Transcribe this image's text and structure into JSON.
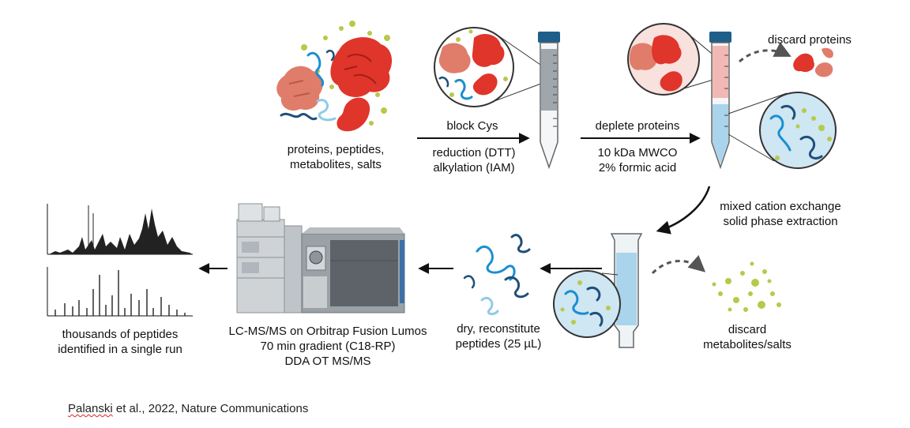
{
  "labels": {
    "sample": [
      "proteins, peptides,",
      "metabolites, salts"
    ],
    "step1_top": "block Cys",
    "step1_bottom": [
      "reduction (DTT)",
      "alkylation (IAM)"
    ],
    "step2_top": "deplete proteins",
    "step2_bottom": [
      "10 kDa MWCO",
      "2% formic acid"
    ],
    "discard_proteins": "discard proteins",
    "step3": [
      "mixed cation exchange",
      "solid phase extraction"
    ],
    "discard_metabolites": [
      "discard",
      "metabolites/salts"
    ],
    "step4": [
      "dry, reconstitute",
      "peptides (25 µL)"
    ],
    "step5": [
      "LC-MS/MS on Orbitrap Fusion Lumos",
      "70 min gradient (C18-RP)",
      "DDA OT MS/MS"
    ],
    "result": [
      "thousands of peptides",
      "identified in a single run"
    ]
  },
  "citation": {
    "author": "Palanski",
    "rest": " et al., 2022, Nature Communications"
  },
  "colors": {
    "protein_red": "#e0352b",
    "protein_salmon": "#e07d6a",
    "peptide_blue": "#1a8fd0",
    "peptide_dark": "#1f4f7a",
    "peptide_light": "#8fcbe8",
    "metabolite_green": "#b7c94a",
    "tube_cap": "#1e5f8a",
    "tube_liquid_pink": "#f2b8b5",
    "tube_liquid_blue": "#a9d4ec",
    "arrow": "#111111",
    "dashed_arrow": "#555555"
  }
}
